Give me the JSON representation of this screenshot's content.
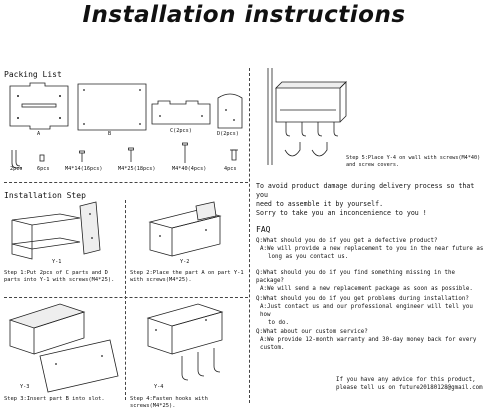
{
  "title": "Installation instructions",
  "packing": {
    "heading": "Packing List",
    "parts": [
      {
        "label": "A"
      },
      {
        "label": "B"
      },
      {
        "label": "C(2pcs)"
      },
      {
        "label": "D(2pcs)"
      }
    ],
    "hardware": [
      "2pcs",
      "6pcs",
      "M4*14(16pcs)",
      "M4*25(18pcs)",
      "M4*40(4pcs)",
      "4pcs"
    ]
  },
  "install": {
    "heading": "Installation Step",
    "steps": [
      {
        "tag": "Y-1",
        "caption": "Step 1:Put 2pcs of C parts and D parts into Y-1 with screws(M4*25)."
      },
      {
        "tag": "Y-2",
        "caption": "Step 2:Place the part A on part Y-1 with screws(M4*25)."
      },
      {
        "tag": "Y-3",
        "caption": "Step 3:Insert part B into slot."
      },
      {
        "tag": "Y-4",
        "caption": "Step 4:Fasten hooks with screws(M4*25)."
      }
    ],
    "step5": "Step 5:Place Y-4 on wall with screws(M4*40) and screw covers."
  },
  "notice": [
    "To avoid product damage during delivery process so that you",
    "need to assemble it by yourself.",
    "Sorry to take you an inconcenience to you !"
  ],
  "faq": {
    "heading": "FAQ",
    "items": [
      {
        "q": "Q:What should you do if you get a defective product?",
        "a": [
          "A:We will provide a new replacement to you in the near future as",
          "long as you contact us."
        ]
      },
      {
        "q": "Q:What should you do if you find something missing in the package?",
        "a": [
          "A:We will send a new replacement package as soon as possible."
        ]
      },
      {
        "q": "Q:What should you do if you get problems during installation?",
        "a": [
          "A:Just contact us and our professional engineer will tell you how",
          "to do."
        ]
      },
      {
        "q": "Q:What about our custom service?",
        "a": [
          "A:We provide 12-month warranty and 30-day money back for every custom."
        ]
      }
    ]
  },
  "footer": [
    "If you have any advice for this product,",
    "please tell us on future20180128@gmail.com"
  ]
}
